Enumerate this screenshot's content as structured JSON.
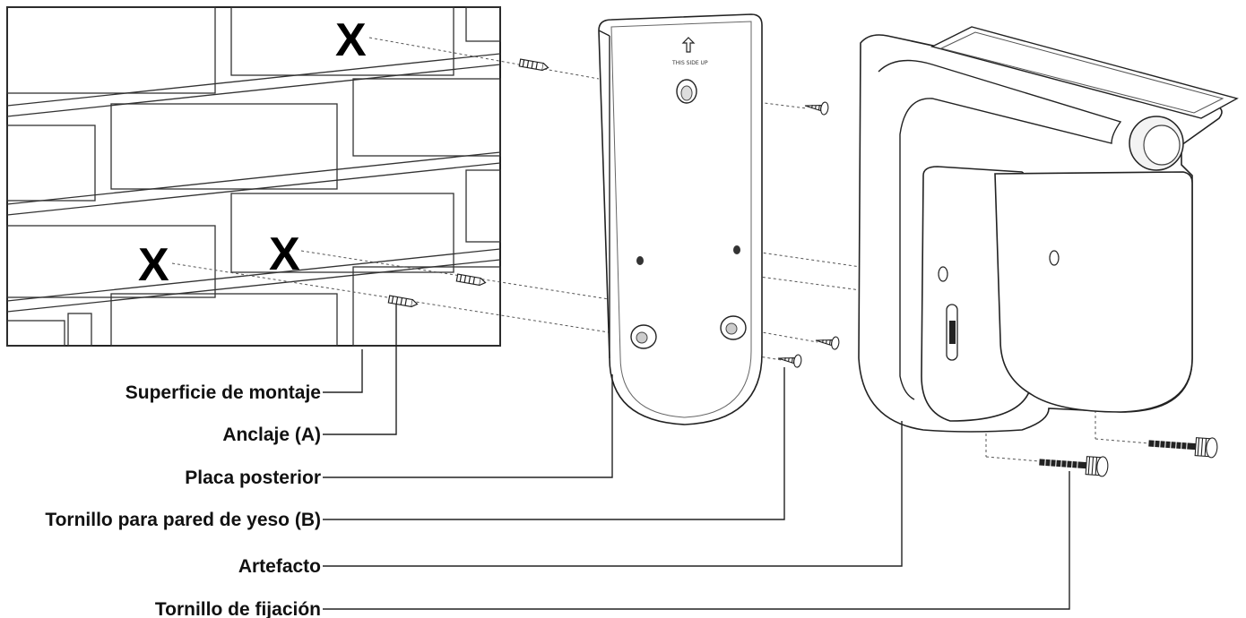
{
  "wall_marks": [
    "X",
    "X",
    "X"
  ],
  "plate_text": "THIS SIDE UP",
  "labels": {
    "mounting_surface": "Superficie de montaje",
    "anchor": "Anclaje (A)",
    "back_plate": "Placa posterior",
    "drywall_screw": "Tornillo para pared de yeso (B)",
    "fixture": "Artefacto",
    "fixing_screw": "Tornillo de fijación"
  }
}
